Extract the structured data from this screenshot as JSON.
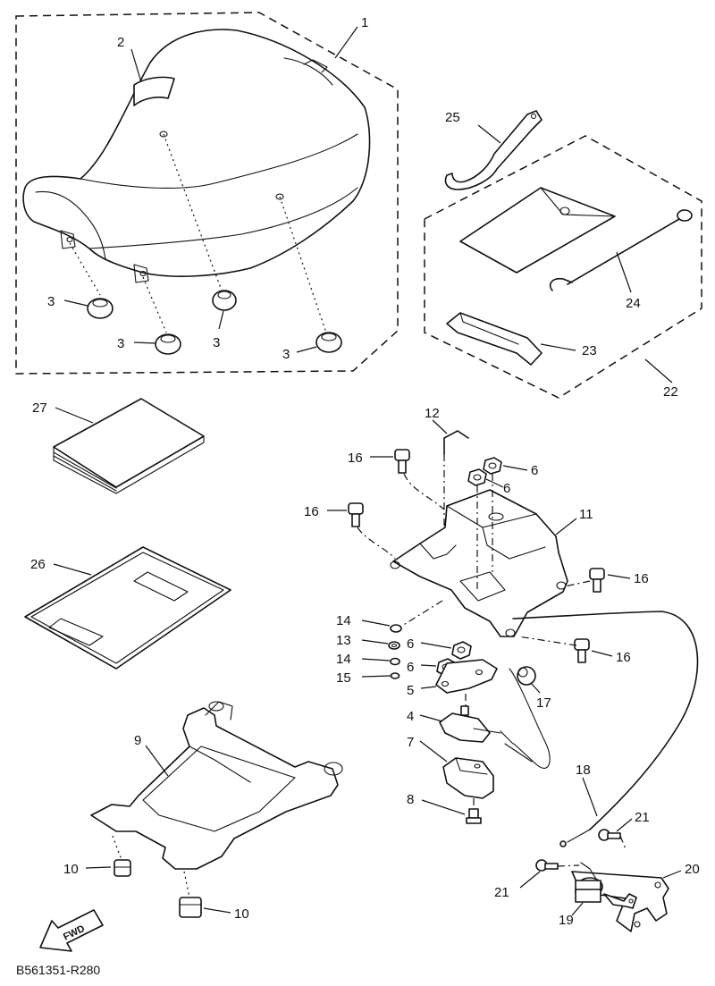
{
  "diagram_code": "B561351-R280",
  "direction_label": "FWD",
  "callouts": {
    "c1": "1",
    "c2": "2",
    "c3a": "3",
    "c3b": "3",
    "c3c": "3",
    "c3d": "3",
    "c4": "4",
    "c5": "5",
    "c6a": "6",
    "c6b": "6",
    "c6c": "6",
    "c6d": "6",
    "c7": "7",
    "c8": "8",
    "c9": "9",
    "c10a": "10",
    "c10b": "10",
    "c11": "11",
    "c12": "12",
    "c13": "13",
    "c14a": "14",
    "c14b": "14",
    "c15": "15",
    "c16a": "16",
    "c16b": "16",
    "c16c": "16",
    "c16d": "16",
    "c17": "17",
    "c18": "18",
    "c19": "19",
    "c20": "20",
    "c21a": "21",
    "c21b": "21",
    "c22": "22",
    "c23": "23",
    "c24": "24",
    "c25": "25",
    "c26": "26",
    "c27": "27"
  }
}
